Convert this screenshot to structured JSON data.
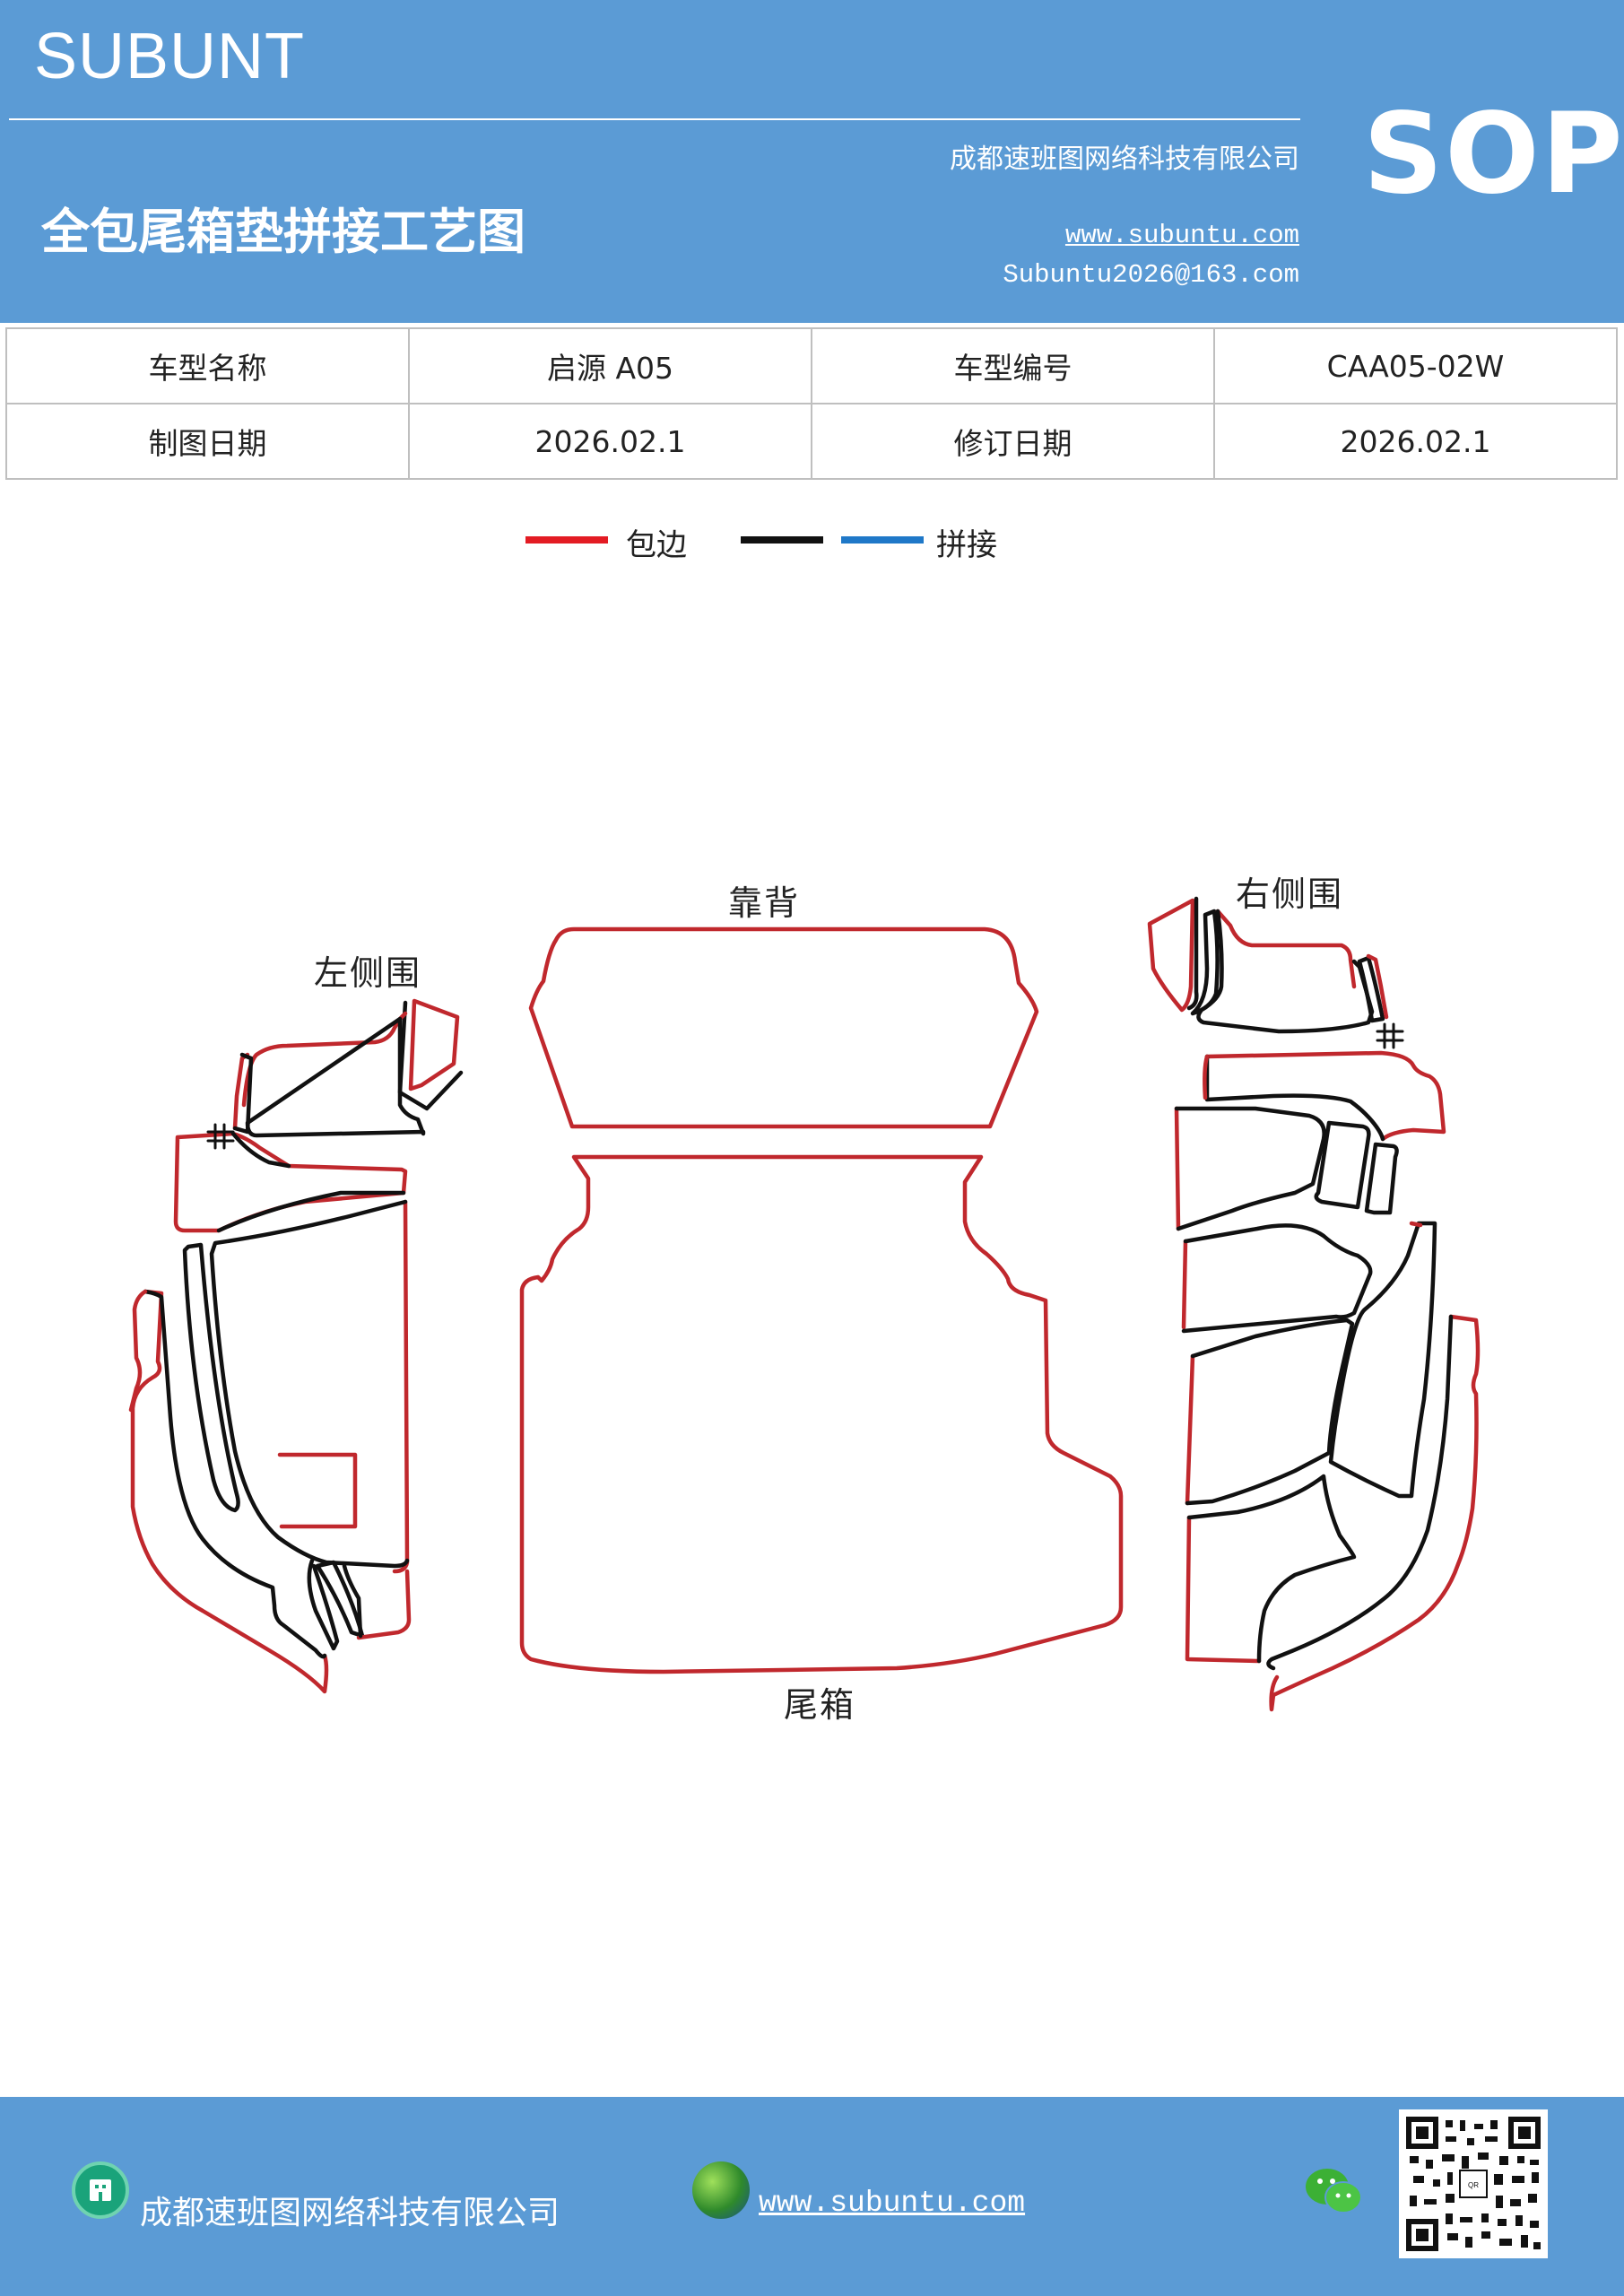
{
  "header": {
    "brand": "SUBUNT",
    "company": "成都速班图网络科技有限公司",
    "title": "全包尾箱垫拼接工艺图",
    "url": "www.subuntu.com",
    "email": "Subuntu2026@163.com",
    "badge": "SOP",
    "background_color": "#5b9bd5"
  },
  "info_table": {
    "rows": [
      {
        "label1": "车型名称",
        "value1": "启源 A05",
        "label2": "车型编号",
        "value2": "CAA05-02W"
      },
      {
        "label1": "制图日期",
        "value1": "2026.02.1",
        "label2": "修订日期",
        "value2": "2026.02.1"
      }
    ]
  },
  "legend": {
    "items": [
      {
        "label": "包边",
        "color": "#e31b23"
      },
      {
        "label": "",
        "color": "#111111"
      },
      {
        "label": "拼接",
        "color": "#1f78c8"
      }
    ]
  },
  "diagram": {
    "labels": {
      "left_side": "左侧围",
      "backrest": "靠背",
      "right_side": "右侧围",
      "trunk": "尾箱"
    },
    "colors": {
      "edge": "#c0282d",
      "seam": "#111111"
    }
  },
  "footer": {
    "company": "成都速班图网络科技有限公司",
    "url": "www.subuntu.com",
    "background_color": "#5b9bd5",
    "icons": [
      "company-icon",
      "globe-icon",
      "wechat-icon",
      "qr-code"
    ]
  }
}
